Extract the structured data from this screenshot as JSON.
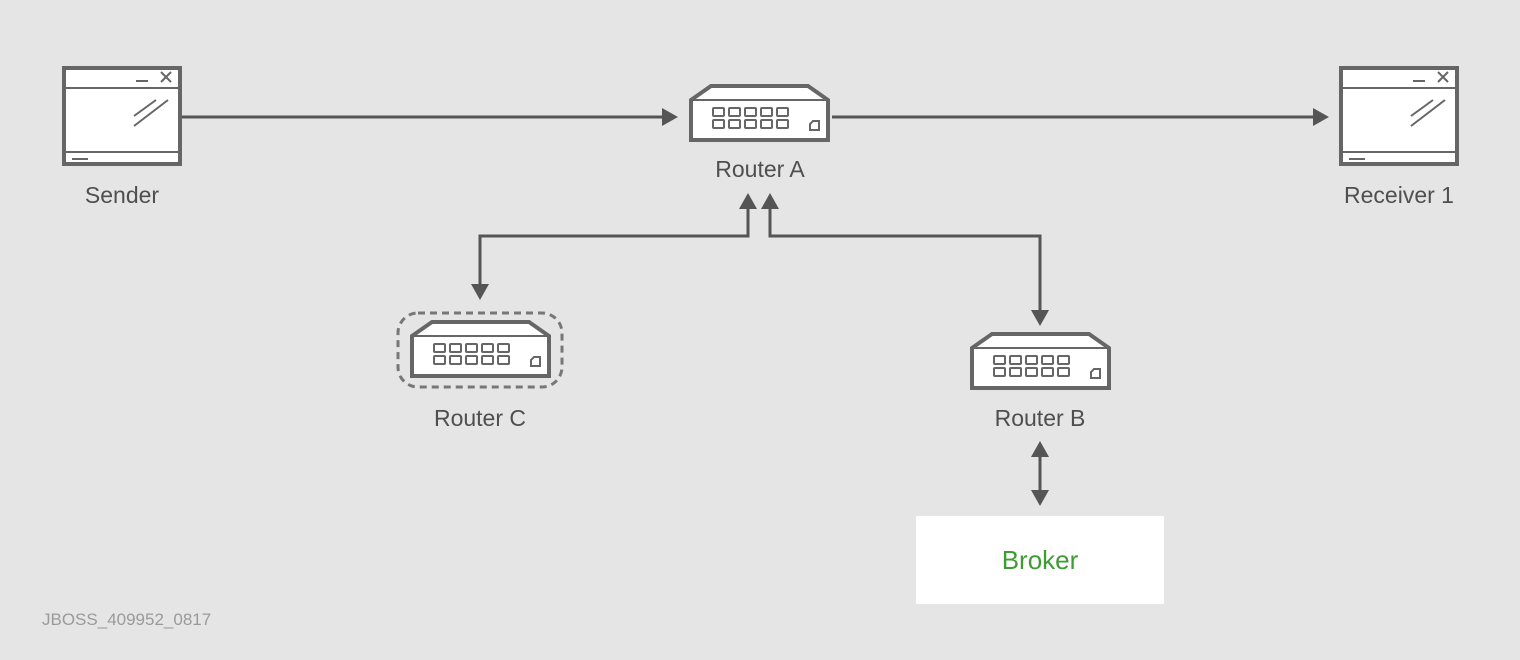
{
  "nodes": {
    "sender": {
      "label": "Sender"
    },
    "receiver": {
      "label": "Receiver 1"
    },
    "router_a": {
      "label": "Router A"
    },
    "router_b": {
      "label": "Router B"
    },
    "router_c": {
      "label": "Router C"
    },
    "broker": {
      "label": "Broker"
    }
  },
  "footer": {
    "id": "JBOSS_409952_0817"
  },
  "colors": {
    "background": "#e5e5e5",
    "line": "#555555",
    "broker_text": "#3f9c35",
    "broker_fill": "#ffffff"
  },
  "icons": [
    "window-icon",
    "router-icon"
  ]
}
